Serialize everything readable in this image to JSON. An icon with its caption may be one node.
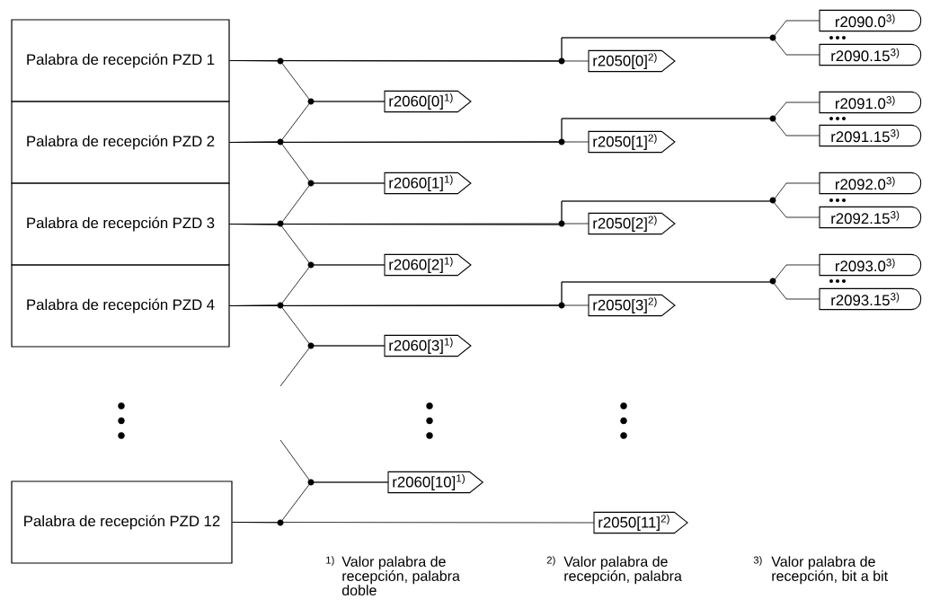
{
  "diagram": {
    "nodes": [
      {
        "text": [
          "Palabra de recepción PZD 1"
        ]
      },
      {
        "text": [
          "Palabra de recepción PZD 2"
        ]
      },
      {
        "text": [
          "Palabra de recepción PZD 3"
        ]
      },
      {
        "text": [
          "Palabra de recepción PZD 4"
        ]
      },
      {
        "text": [
          "Palabra de recepción PZD 12"
        ]
      },
      {
        "text": [
          "r2060[0]$^{1)}$"
        ]
      },
      {
        "text": [
          "r2060[1]$^{1)}$"
        ]
      },
      {
        "text": [
          "r2060[2]$^{1)}$"
        ]
      },
      {
        "text": [
          "r2060[3]$^{1)}$"
        ]
      },
      {
        "text": [
          "r2060[10]$^{1)}$"
        ]
      },
      {
        "text": [
          "r2050[0]$^{2)}$"
        ]
      },
      {
        "text": [
          "r2050[1]$^{2)}$"
        ]
      },
      {
        "text": [
          "r2050[2]$^{2)}$"
        ]
      },
      {
        "text": [
          "r2050[3]$^{2)}$"
        ]
      },
      {
        "text": [
          "r2050[11]$^{2)}$"
        ]
      },
      {
        "text": [
          "r2090.0$^{3)}$"
        ]
      },
      {
        "text": [
          "r2090.15$^{3)}$"
        ]
      },
      {
        "text": [
          "r2091.0$^{3)}$"
        ]
      },
      {
        "text": [
          "r2091.15$^{3)}$"
        ]
      },
      {
        "text": [
          "r2092.0$^{3)}$"
        ]
      },
      {
        "text": [
          "r2092.15$^{3)}$"
        ]
      },
      {
        "text": [
          "r2093.0$^{3)}$"
        ]
      },
      {
        "text": [
          "r2093.15$^{3)}$"
        ]
      }
    ],
    "edges": [
      {
        "from": 0,
        "to": 10,
        "arrow": "none"
      },
      {
        "from": 0,
        "to": 15,
        "arrow": "none"
      },
      {
        "from": 0,
        "to": 16,
        "arrow": "none"
      },
      {
        "from": 0,
        "to": 5,
        "arrow": "none"
      },
      {
        "from": 1,
        "to": 5,
        "arrow": "none"
      },
      {
        "from": 1,
        "to": 11,
        "arrow": "none"
      },
      {
        "from": 1,
        "to": 17,
        "arrow": "none"
      },
      {
        "from": 1,
        "to": 18,
        "arrow": "none"
      },
      {
        "from": 1,
        "to": 6,
        "arrow": "none"
      },
      {
        "from": 2,
        "to": 6,
        "arrow": "none"
      },
      {
        "from": 2,
        "to": 12,
        "arrow": "none"
      },
      {
        "from": 2,
        "to": 19,
        "arrow": "none"
      },
      {
        "from": 2,
        "to": 20,
        "arrow": "none"
      },
      {
        "from": 2,
        "to": 7,
        "arrow": "none"
      },
      {
        "from": 3,
        "to": 7,
        "arrow": "none"
      },
      {
        "from": 3,
        "to": 13,
        "arrow": "none"
      },
      {
        "from": 3,
        "to": 21,
        "arrow": "none"
      },
      {
        "from": 3,
        "to": 22,
        "arrow": "none"
      },
      {
        "from": 3,
        "to": 8,
        "arrow": "none"
      },
      {
        "from": null,
        "to": 8,
        "arrow": "none"
      },
      {
        "from": null,
        "to": 9,
        "arrow": "none"
      },
      {
        "from": 4,
        "to": 9,
        "arrow": "none"
      },
      {
        "from": 4,
        "to": 14,
        "arrow": "none"
      }
    ],
    "labels": [
      "1)",
      "Valor palabra de recepción, palabra doble",
      "2)",
      "Valor palabra de recepción, palabra",
      "3)",
      "Valor palabra de recepción, bit a bit"
    ]
  }
}
